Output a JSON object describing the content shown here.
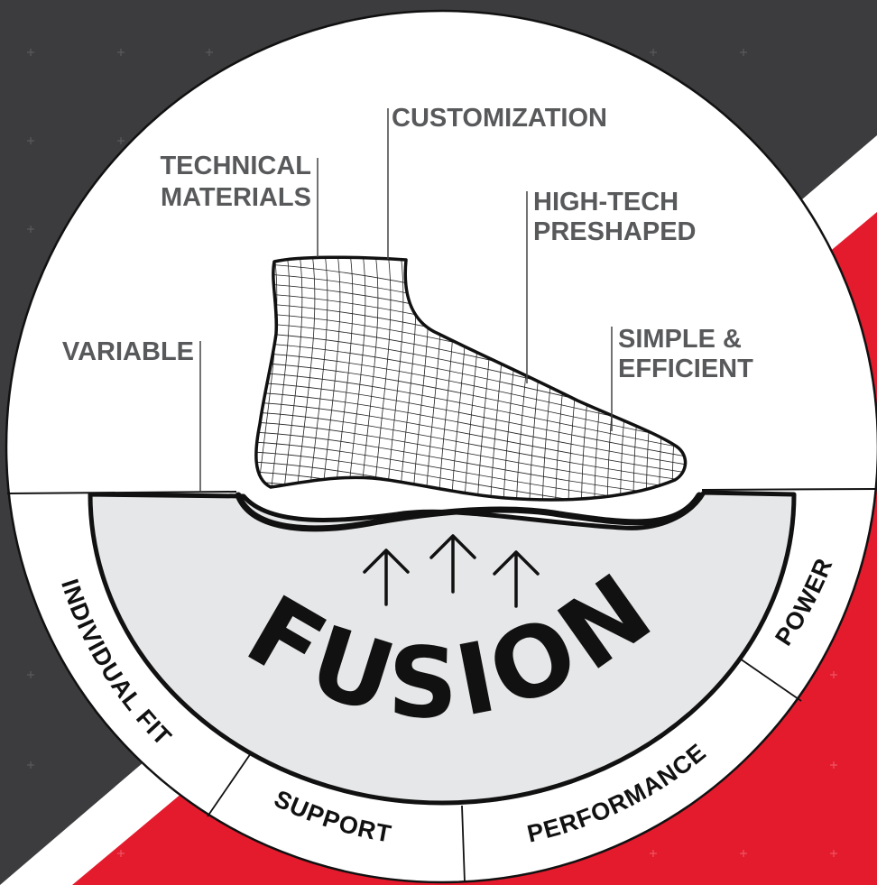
{
  "brand": {
    "logo_text": "FUSION"
  },
  "callouts": {
    "technical_materials_line1": "TECHNICAL",
    "technical_materials_line2": "MATERIALS",
    "customization": "CUSTOMIZATION",
    "high_tech_preshaped_line1": "HIGH-TECH",
    "high_tech_preshaped_line2": "PRESHAPED",
    "variable": "VARIABLE",
    "simple_efficient_line1": "SIMPLE &",
    "simple_efficient_line2": "EFFICIENT"
  },
  "ring_segments": {
    "individual_fit": "INDIVIDUAL FIT",
    "support": "SUPPORT",
    "performance": "PERFORMANCE",
    "power": "POWER"
  },
  "colors": {
    "background_dark": "#3c3c3e",
    "accent_red": "#e31b2d",
    "text_gray": "#58595b",
    "insole_gray": "#e6e7e8",
    "outline": "#111111"
  },
  "icons": {
    "arrows": "up-arrow-icon",
    "foot": "foot-mesh-icon"
  }
}
